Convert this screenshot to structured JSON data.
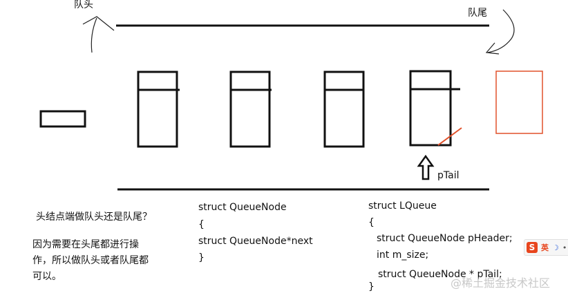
{
  "labels": {
    "queue_head": "队头",
    "queue_tail": "队尾",
    "ptail": "pTail"
  },
  "notes": {
    "question": "头结点端做队头还是队尾？",
    "answer_lines": [
      "因为需要在头尾都进行操",
      "作，所以做队头或者队尾都",
      "可以。"
    ]
  },
  "code_queue_node": [
    "struct QueueNode",
    "{",
    "struct QueueNode*next",
    "}"
  ],
  "code_lqueue": [
    "struct LQueue",
    "{",
    "struct QueueNode pHeader;",
    "int m_size;",
    "struct QueueNode * pTail;",
    "}"
  ],
  "ime": {
    "logo": "S",
    "mode": "英",
    "moon": "☽",
    "extra": "•"
  },
  "watermark": "@稀土掘金技术社区",
  "colors": {
    "ink": "#111111",
    "new_node": "#e0502a",
    "watermark": "#c8c8c8"
  }
}
